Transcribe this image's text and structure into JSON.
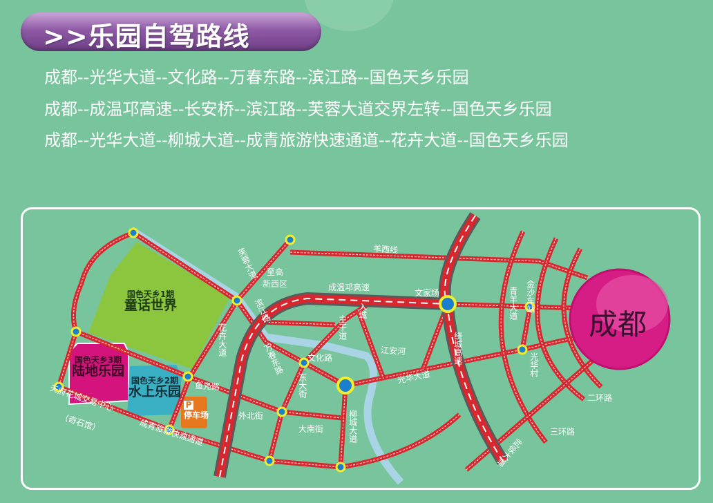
{
  "header": {
    "title": ">>乐园自驾路线"
  },
  "routes": [
    "成都--光华大道--文化路--万春东路--滨江路--国色天乡乐园",
    "成都--成温邛高速--长安桥--滨江路--芙蓉大道交界左转--国色天乡乐园",
    "成都--光华大道--柳城大道--成青旅游快速通道--花卉大道--国色天乡乐园"
  ],
  "map": {
    "city": "成都",
    "parks": [
      {
        "sub": "国色天乡1期",
        "name": "童话世界",
        "color": "#8cc63f"
      },
      {
        "sub": "国色天乡3期",
        "name": "陆地乐园",
        "color": "#d4147c"
      },
      {
        "sub": "国色天乡2期",
        "name": "水上乐园",
        "color": "#3ab0c4"
      }
    ],
    "parking": {
      "icon": "P",
      "label": "停车场",
      "color": "#e8781e"
    },
    "labels": [
      "羊西线",
      "芙蓉大道",
      "至高",
      "新西区",
      "成温邛高速",
      "滨江路",
      "花卉大道",
      "万春东路",
      "文化路",
      "东大街",
      "主干道",
      "入城",
      "江安河",
      "光华大道",
      "鱼凫路",
      "外北街",
      "大南街",
      "柳城大道",
      "天府花城交易中心",
      "（奇石馆）",
      "成青旅游快速通道",
      "文家场",
      "绕城高速",
      "青羊大道",
      "金沙车站",
      "光华村",
      "二环路",
      "三环路",
      "武侯大道"
    ],
    "colors": {
      "background": "#78c49c",
      "road": "#d7282f",
      "highway_edge": "#5a5a5a",
      "river": "#a8d4e6",
      "node": "#f2ef2a",
      "node_center": "#1a7fd0"
    }
  }
}
